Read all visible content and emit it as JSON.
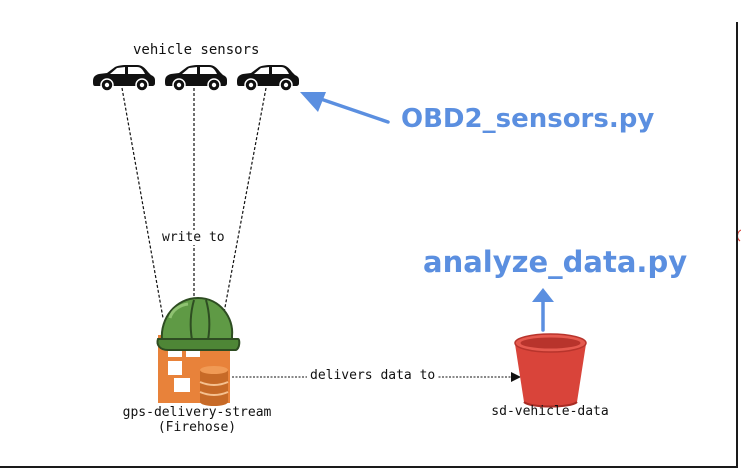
{
  "diagram": {
    "sensors_group_label": "vehicle sensors",
    "edge_write_label": "write to",
    "edge_deliver_label": "delivers data to",
    "firehose_label_line1": "gps-delivery-stream",
    "firehose_label_line2": "(Firehose)",
    "bucket_label": "sd-vehicle-data"
  },
  "annotations": {
    "sensors_script": "OBD2_sensors.py",
    "analyze_script": "analyze_data.py"
  },
  "icons": {
    "vehicle": "car-icon",
    "firehose": "firehose-icon",
    "helmet": "hard-hat-icon",
    "bucket": "s3-bucket-icon"
  },
  "colors": {
    "annotation_blue": "#5b8fe0",
    "firehose_orange": "#e8823a",
    "helmet_green": "#5f9a45",
    "bucket_red": "#d9443a"
  }
}
